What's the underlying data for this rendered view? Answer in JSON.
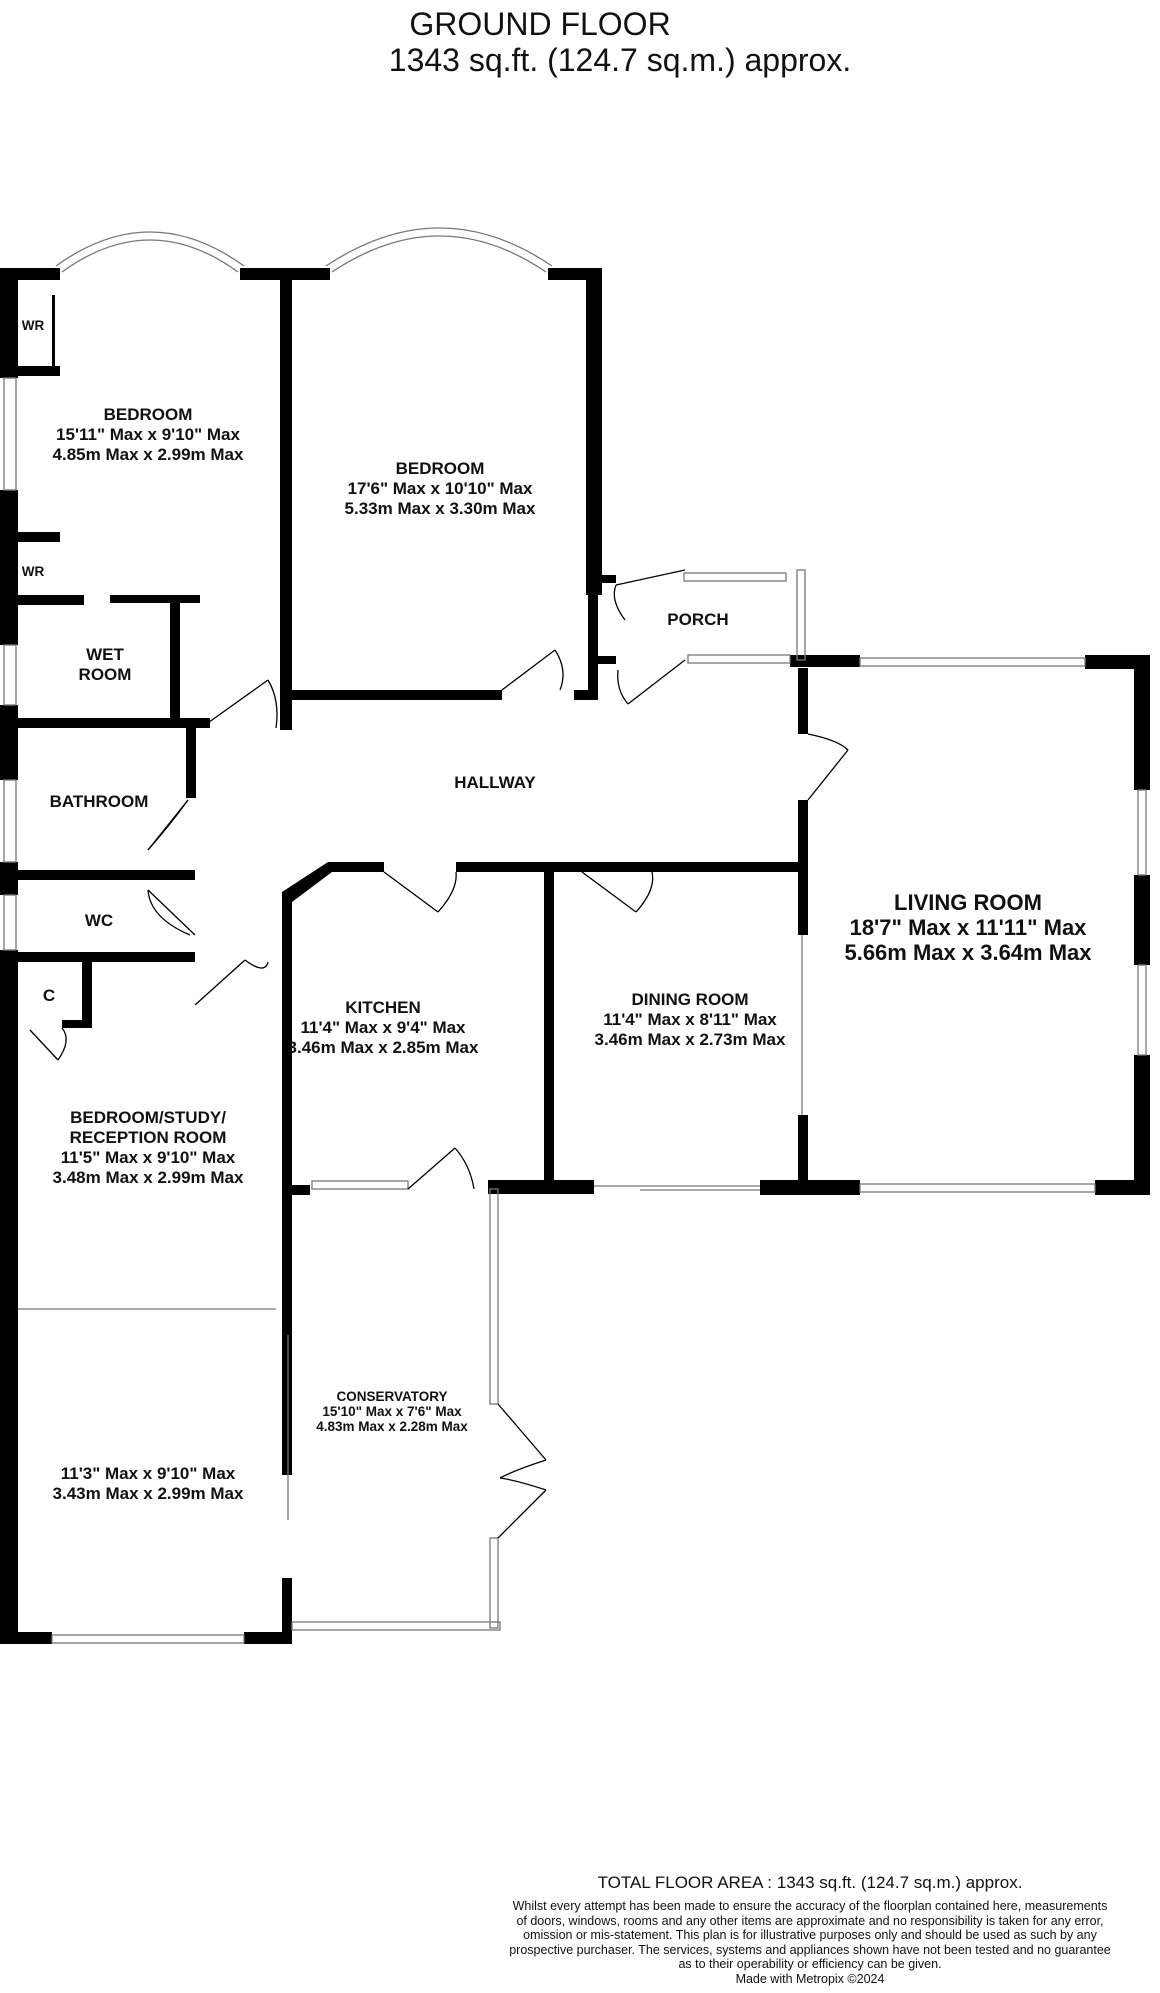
{
  "header": {
    "floor": "GROUND FLOOR",
    "area": "1343 sq.ft. (124.7 sq.m.) approx."
  },
  "rooms": {
    "bedroom1": {
      "name": "BEDROOM",
      "imperial": "15'11\" Max x 9'10\" Max",
      "metric": "4.85m Max x 2.99m Max"
    },
    "bedroom2": {
      "name": "BEDROOM",
      "imperial": "17'6\" Max x 10'10\" Max",
      "metric": "5.33m Max x 3.30m Max"
    },
    "wr_top": {
      "name": "WR"
    },
    "wr_mid": {
      "name": "WR"
    },
    "wet_room": {
      "line1": "WET",
      "line2": "ROOM"
    },
    "porch": {
      "name": "PORCH"
    },
    "hallway": {
      "name": "HALLWAY"
    },
    "bathroom": {
      "name": "BATHROOM"
    },
    "wc": {
      "name": "WC"
    },
    "cupboard": {
      "name": "C"
    },
    "living": {
      "name": "LIVING ROOM",
      "imperial": "18'7\" Max x 11'11\" Max",
      "metric": "5.66m Max x 3.64m Max"
    },
    "kitchen": {
      "name": "KITCHEN",
      "imperial": "11'4\" Max x 9'4\" Max",
      "metric": "3.46m Max x 2.85m Max"
    },
    "dining": {
      "name": "DINING ROOM",
      "imperial": "11'4\" Max x 8'11\" Max",
      "metric": "3.46m Max x 2.73m Max"
    },
    "study": {
      "line1": "BEDROOM/STUDY/",
      "line2": "RECEPTION ROOM",
      "imperial": "11'5\" Max x 9'10\" Max",
      "metric": "3.48m Max x 2.99m Max"
    },
    "rear_room": {
      "imperial": "11'3\" Max x 9'10\" Max",
      "metric": "3.43m Max x 2.99m Max"
    },
    "conservatory": {
      "name": "CONSERVATORY",
      "imperial": "15'10\" Max x 7'6\" Max",
      "metric": "4.83m Max x 2.28m Max"
    }
  },
  "footer": {
    "total": "TOTAL FLOOR AREA : 1343 sq.ft. (124.7 sq.m.) approx.",
    "disclaimer_lines": [
      "Whilst every attempt has been made to ensure the accuracy of the floorplan contained here, measurements",
      "of doors, windows, rooms and any other items are approximate and no responsibility is taken for any error,",
      "omission or mis-statement. This plan is for illustrative purposes only and should be used as such by any",
      "prospective purchaser. The services, systems and appliances shown have not been tested and no guarantee",
      "as to their operability or efficiency can be given.",
      "Made with Metropix ©2024"
    ]
  },
  "colors": {
    "wall": "#000000",
    "window": "#777777",
    "background": "#ffffff"
  }
}
